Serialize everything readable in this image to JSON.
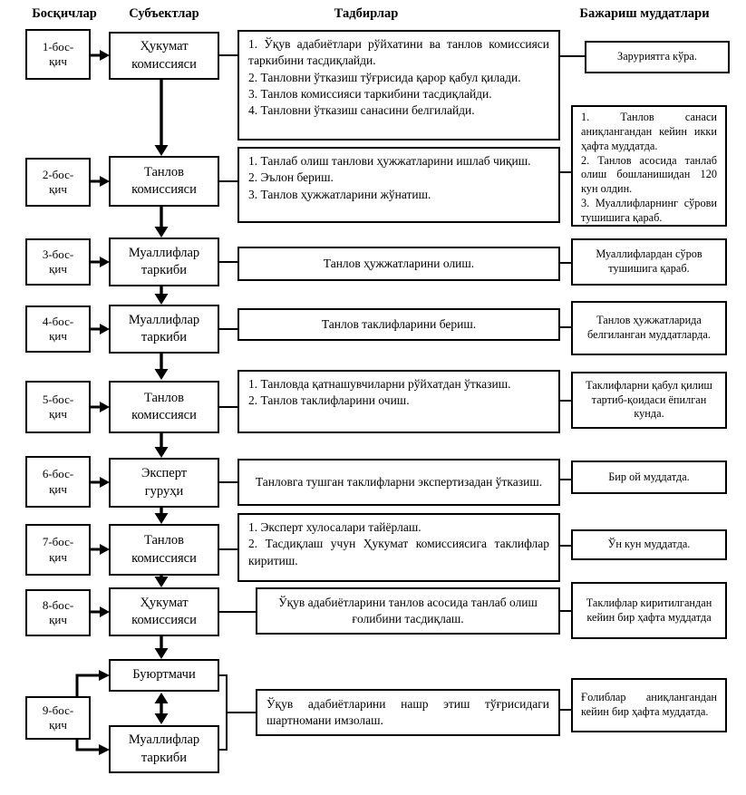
{
  "headers": {
    "stages": "Босқичлар",
    "subjects": "Субъектлар",
    "activities": "Тадбирлар",
    "deadlines": "Бажариш муддатлари"
  },
  "rows": [
    {
      "stage": "1-бос-\nқич",
      "subject": "Ҳукумат\nкомиссияси",
      "activity_items": [
        "1. Ўқув адабиётлари рўйхатини ва танлов комиссияси таркибини тасдиқлайди.",
        "2. Танловни ўтказиш тўғрисида қарор қабул қилади.",
        "3. Танлов комиссияси таркибини тасдиқлайди.",
        "4. Танловни ўтказиш санасини белгилайди."
      ],
      "deadline_items": [
        "Заруриятга кўра."
      ]
    },
    {
      "stage": "2-бос-\nқич",
      "subject": "Танлов\nкомиссияси",
      "activity_items": [
        "1. Танлаб олиш танлови ҳужжатларини ишлаб чиқиш.",
        "2. Эълон бериш.",
        "3. Танлов ҳужжатларини жўнатиш."
      ],
      "deadline_items": [
        "1. Танлов санаси аниқлангандан кейин икки ҳафта муддатда.",
        "2. Танлов асосида танлаб олиш бошланишидан 120 кун олдин.",
        "3. Муаллифларнинг сўрови тушишига қараб."
      ]
    },
    {
      "stage": "3-бос-\nқич",
      "subject": "Муаллифлар\nтаркиби",
      "activity_items": [
        "Танлов ҳужжатларини олиш."
      ],
      "deadline_items": [
        "Муаллифлардан сўров тушишига қараб."
      ]
    },
    {
      "stage": "4-бос-\nқич",
      "subject": "Муаллифлар\nтаркиби",
      "activity_items": [
        "Танлов таклифларини бериш."
      ],
      "deadline_items": [
        "Танлов ҳужжатларида белгиланган муддатларда."
      ]
    },
    {
      "stage": "5-бос-\nқич",
      "subject": "Танлов\nкомиссияси",
      "activity_items": [
        "1. Танловда қатнашувчиларни рўйхатдан ўтказиш.",
        "2. Танлов таклифларини очиш."
      ],
      "deadline_items": [
        "Таклифларни қабул қилиш тартиб-қоидаси ёпилган кунда."
      ]
    },
    {
      "stage": "6-бос-\nқич",
      "subject": "Эксперт\nгуруҳи",
      "activity_items": [
        "Танловга тушган таклифларни экспертизадан ўтказиш."
      ],
      "deadline_items": [
        "Бир ой муддатда."
      ]
    },
    {
      "stage": "7-бос-\nқич",
      "subject": "Танлов\nкомиссияси",
      "activity_items": [
        "1. Эксперт хулосалари тайёрлаш.",
        "2. Тасдиқлаш учун Ҳукумат комиссиясига таклифлар киритиш."
      ],
      "deadline_items": [
        "Ўн кун муддатда."
      ]
    },
    {
      "stage": "8-бос-\nқич",
      "subject": "Ҳукумат\nкомиссияси",
      "activity_items": [
        "Ўқув адабиётларини танлов асосида танлаб олиш ғолибини тасдиқлаш."
      ],
      "deadline_items": [
        "Таклифлар киритилгандан кейин бир ҳафта муддатда"
      ]
    },
    {
      "stage": "9-бос-\nқич",
      "subject": "Буюртмачи",
      "subject2": "Муаллифлар\nтаркиби",
      "activity_items": [
        "Ўқув адабиётларини нашр этиш тўғрисидаги шартномани имзолаш."
      ],
      "deadline_items": [
        "Ғолиблар аниқлангандан кейин бир ҳафта муддатда."
      ]
    }
  ],
  "colors": {
    "line": "#000000",
    "box_bg": "#ffffff",
    "text": "#000000"
  }
}
